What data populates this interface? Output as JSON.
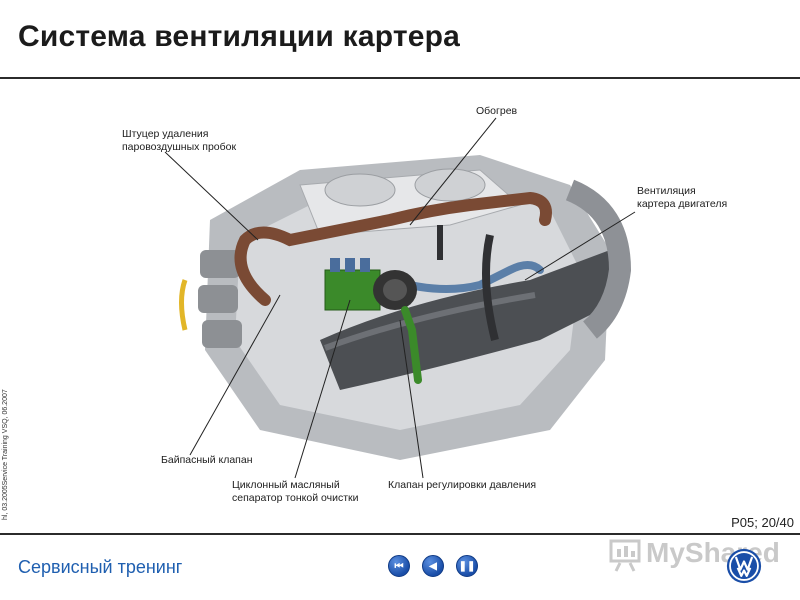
{
  "slide": {
    "title": "Система вентиляции картера",
    "page": "P05; 20/40",
    "footer": "Сервисный тренинг",
    "side_text": "hl, 03.2005Service Training VSQ, 06.2007"
  },
  "callouts": {
    "shtutser": "Штуцер удаления\nпаровоздушных пробок",
    "obogrev": "Обогрев",
    "ventilyatsiya": "Вентиляция\nкартера двигателя",
    "bypass": "Байпасный клапан",
    "separator": "Циклонный масляный\nсепаратор тонкой очистки",
    "pressure": "Клапан регулировки давления"
  },
  "watermark": {
    "text": "MyShared"
  },
  "icons": {
    "prev": "rewind-icon",
    "back": "back-arrow-icon",
    "pause": "pause-icon",
    "logo": "vw-logo-icon"
  },
  "colors": {
    "accent": "#1f5fb0",
    "pipe_brown": "#7a4a34",
    "pipe_blue": "#5b7fa8",
    "pipe_green": "#3b8a2a"
  }
}
